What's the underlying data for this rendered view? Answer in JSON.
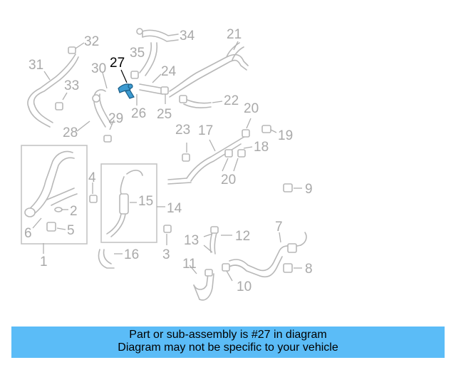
{
  "diagram": {
    "labels": {
      "p1": "1",
      "p2": "2",
      "p3": "3",
      "p4": "4",
      "p5": "5",
      "p6": "6",
      "p7": "7",
      "p8": "8",
      "p9": "9",
      "p10": "10",
      "p11": "11",
      "p12": "12",
      "p13": "13",
      "p14": "14",
      "p15": "15",
      "p16": "16",
      "p17": "17",
      "p18": "18",
      "p19": "19",
      "p20a": "20",
      "p20b": "20",
      "p21": "21",
      "p22": "22",
      "p23": "23",
      "p24": "24",
      "p25": "25",
      "p26": "26",
      "p27": "27",
      "p28": "28",
      "p29": "29",
      "p30": "30",
      "p31": "31",
      "p32": "32",
      "p33": "33",
      "p34": "34",
      "p35": "35"
    },
    "highlight_part": "27",
    "highlight_color": "#3c9ad0",
    "line_color": "#b8b8b8"
  },
  "banner": {
    "line1": "Part or sub-assembly is #27 in diagram",
    "line2": "Diagram may not be specific to your vehicle",
    "color": "#5bbcf7"
  }
}
